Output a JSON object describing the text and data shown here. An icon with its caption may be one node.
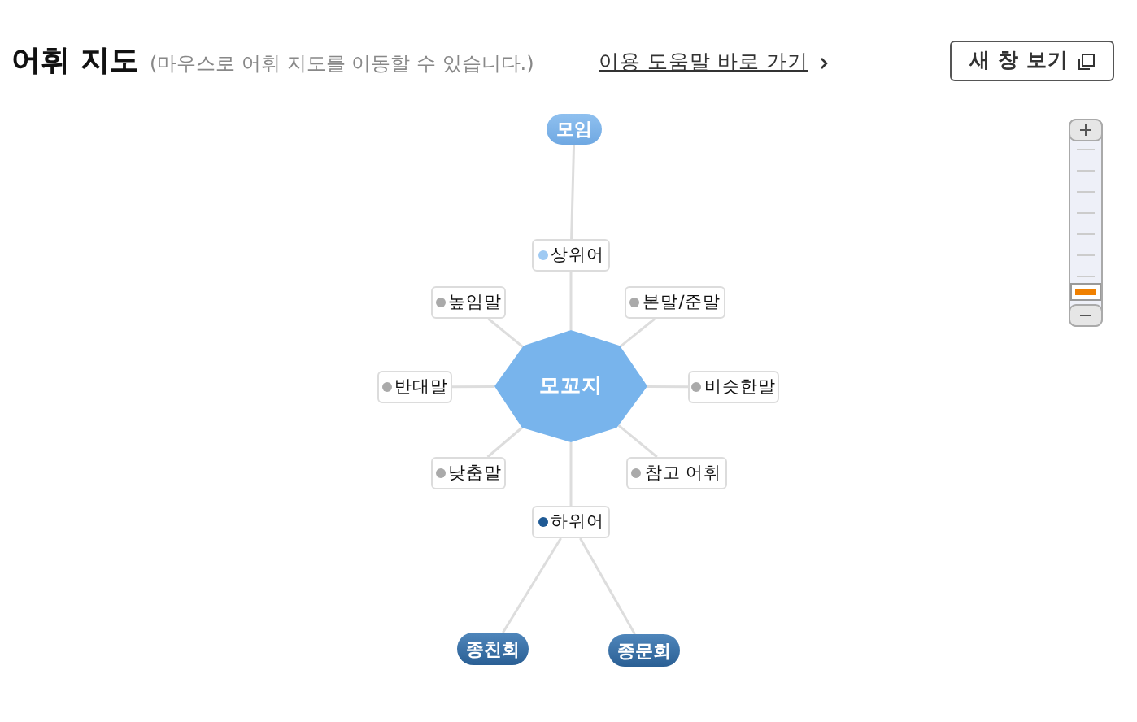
{
  "diagram": {
    "title": "어휘 지도",
    "nodes": [
      {
        "text": [
          "모꼬지"
        ]
      },
      {
        "text": [
          "모임"
        ]
      },
      {
        "text": [
          "상위어"
        ]
      },
      {
        "text": [
          "높임말"
        ]
      },
      {
        "text": [
          "본말/준말"
        ]
      },
      {
        "text": [
          "반대말"
        ]
      },
      {
        "text": [
          "비슷한말"
        ]
      },
      {
        "text": [
          "낮춤말"
        ]
      },
      {
        "text": [
          "참고 어휘"
        ]
      },
      {
        "text": [
          "하위어"
        ]
      },
      {
        "text": [
          "종친회"
        ]
      },
      {
        "text": [
          "종문회"
        ]
      }
    ],
    "edges": [
      {
        "from": 0,
        "to": 2,
        "arrow": "none"
      },
      {
        "from": 0,
        "to": 3,
        "arrow": "none"
      },
      {
        "from": 0,
        "to": 4,
        "arrow": "none"
      },
      {
        "from": 0,
        "to": 5,
        "arrow": "none"
      },
      {
        "from": 0,
        "to": 6,
        "arrow": "none"
      },
      {
        "from": 0,
        "to": 7,
        "arrow": "none"
      },
      {
        "from": 0,
        "to": 8,
        "arrow": "none"
      },
      {
        "from": 0,
        "to": 9,
        "arrow": "none"
      },
      {
        "from": 2,
        "to": 1,
        "arrow": "none"
      },
      {
        "from": 9,
        "to": 10,
        "arrow": "none"
      },
      {
        "from": 9,
        "to": 11,
        "arrow": "none"
      }
    ],
    "labels": [
      "(마우스로 어휘 지도를 이동할 수 있습니다.)",
      "이용 도움말 바로 가기",
      "새 창 보기"
    ]
  }
}
